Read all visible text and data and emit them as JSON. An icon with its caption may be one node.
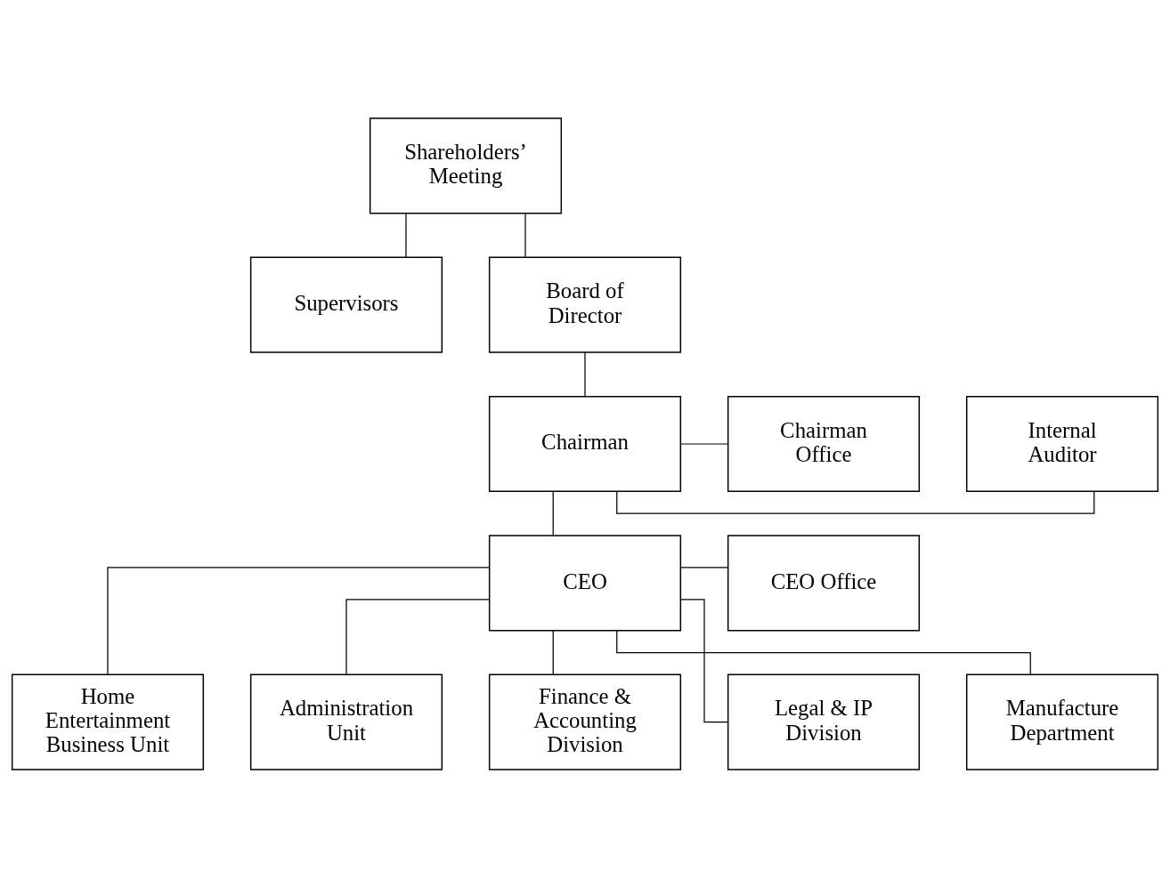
{
  "diagram": {
    "nodes": [
      {
        "text": [
          "Shareholders’ Meeting"
        ]
      },
      {
        "text": [
          "Supervisors"
        ]
      },
      {
        "text": [
          "Board of Director"
        ]
      },
      {
        "text": [
          "Internal Auditor"
        ]
      },
      {
        "text": [
          "Chairman"
        ]
      },
      {
        "text": [
          "Chairman Office"
        ]
      },
      {
        "text": [
          "CEO"
        ]
      },
      {
        "text": [
          "CEO Office"
        ]
      },
      {
        "text": [
          "Home Entertainment Business Unit"
        ]
      },
      {
        "text": [
          "Administration Unit"
        ]
      },
      {
        "text": [
          "Finance & Accounting Division"
        ]
      },
      {
        "text": [
          "Legal & IP Division"
        ]
      },
      {
        "text": [
          "Manufacture Department"
        ]
      }
    ],
    "edges": [
      {
        "from": 0,
        "to": 2,
        "arrow": "none"
      },
      {
        "from": 0,
        "to": 1,
        "arrow": "none"
      },
      {
        "from": 2,
        "to": 4,
        "arrow": "none"
      },
      {
        "from": 4,
        "to": 3,
        "arrow": "none"
      },
      {
        "from": 4,
        "to": 5,
        "arrow": "none"
      },
      {
        "from": 4,
        "to": 6,
        "arrow": "none"
      },
      {
        "from": 6,
        "to": 7,
        "arrow": "none"
      },
      {
        "from": 6,
        "to": 8,
        "arrow": "none"
      },
      {
        "from": 6,
        "to": 9,
        "arrow": "none"
      },
      {
        "from": 6,
        "to": 10,
        "arrow": "none"
      },
      {
        "from": 6,
        "to": 11,
        "arrow": "none"
      },
      {
        "from": 6,
        "to": 12,
        "arrow": "none"
      }
    ]
  }
}
